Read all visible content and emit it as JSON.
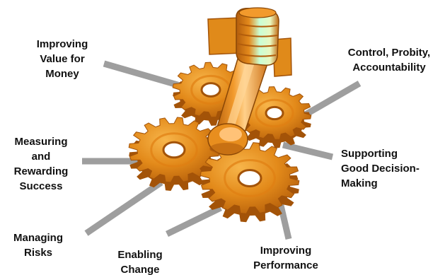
{
  "labels": {
    "value_for_money": [
      "Improving",
      "Value for",
      "Money"
    ],
    "control": [
      "Control, Probity,",
      "Accountability"
    ],
    "measuring": [
      "Measuring",
      "and",
      "Rewarding",
      "Success"
    ],
    "decision_making": [
      "Supporting",
      "Good Decision-",
      "Making"
    ],
    "risks": [
      "Managing",
      "Risks"
    ],
    "change": [
      "Enabling",
      "Change"
    ],
    "performance": [
      "Improving",
      "Performance"
    ]
  },
  "colors": {
    "spoke": "#9e9e9e",
    "gear_light": "#f4a62e",
    "gear_mid": "#df7f12",
    "gear_dark": "#a35308",
    "handle_light": "#c9ffd6",
    "handle_mid": "#f29a2c",
    "handle_dark": "#b25d0c",
    "block": "#e08a1a"
  },
  "icons": {
    "gears": "gear-cluster-icon",
    "handle": "wrench-handle-icon"
  }
}
